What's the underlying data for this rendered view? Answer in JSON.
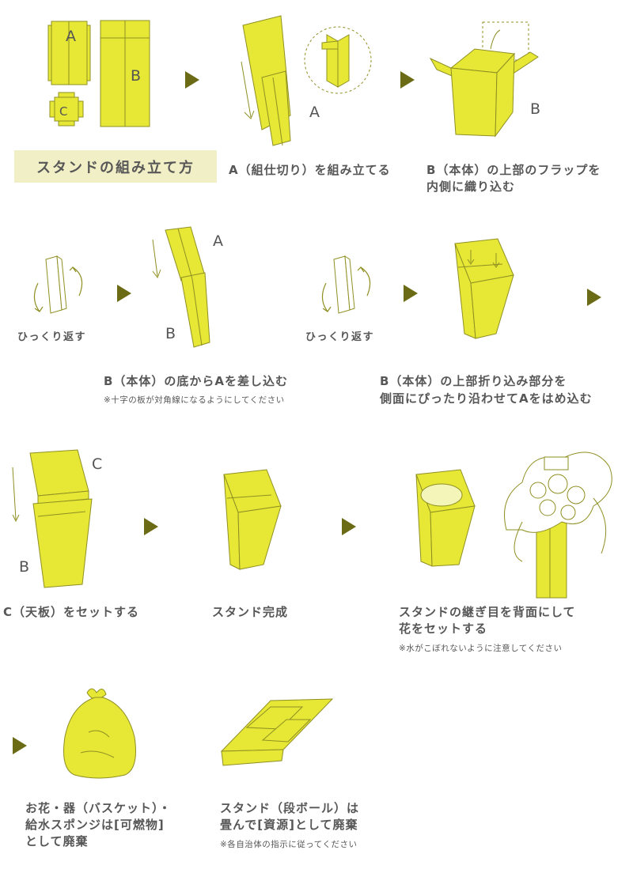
{
  "colors": {
    "fill": "#e6e835",
    "stroke": "#8f8f23",
    "arrow": "#6b6b15",
    "text": "#575757",
    "title_bg": "#f1efc6"
  },
  "title": "スタンドの組み立て方",
  "labels": {
    "a": "A",
    "b": "B",
    "c": "C"
  },
  "steps": [
    {
      "caption1": "A（組仕切り）を組み立てる"
    },
    {
      "caption1": "B（本体）の上部のフラップを",
      "caption2": "内側に織り込む"
    },
    {
      "caption1": "B（本体）の底からAを差し込む",
      "note": "※十字の板が対角線になるようにしてください"
    },
    {
      "caption1": "B（本体）の上部折り込み部分を",
      "caption2": "側面にぴったり沿わせてAをはめ込む"
    },
    {
      "caption1": "C（天板）をセットする"
    },
    {
      "caption1": "スタンド完成"
    },
    {
      "caption1": "スタンドの継ぎ目を背面にして",
      "caption2": "花をセットする",
      "note": "※水がこぼれないように注意してください"
    },
    {
      "caption1": "お花・器（バスケット）・",
      "caption2": "給水スポンジは[可燃物]",
      "caption3": "として廃棄"
    },
    {
      "caption1": "スタンド（段ボール）は",
      "caption2": "畳んで[資源]として廃棄",
      "note": "※各自治体の指示に従ってください"
    }
  ],
  "flip_label": "ひっくり返す"
}
